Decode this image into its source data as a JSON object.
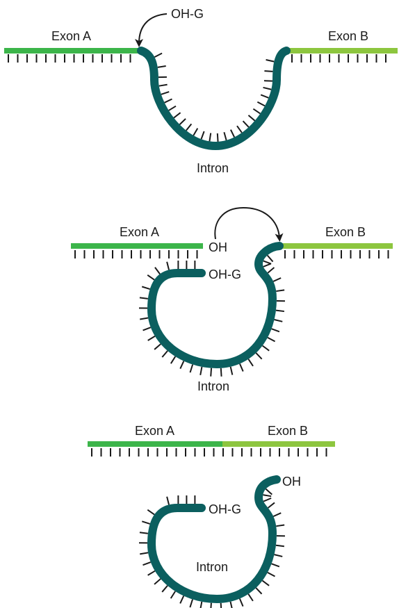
{
  "colors": {
    "exon_a": "#3cb54a",
    "exon_b": "#8dc63f",
    "intron": "#0b5f5f",
    "tick": "#1a1a1a",
    "arrow": "#1a1a1a",
    "text": "#1a1a1a",
    "background": "#ffffff"
  },
  "panel1": {
    "exon_a_label": "Exon A",
    "exon_b_label": "Exon B",
    "intron_label": "Intron",
    "oh_g_label": "OH-G"
  },
  "panel2": {
    "exon_a_label": "Exon A",
    "exon_b_label": "Exon B",
    "intron_label": "Intron",
    "oh_label": "OH",
    "oh_g_label": "OH-G"
  },
  "panel3": {
    "exon_a_label": "Exon A",
    "exon_b_label": "Exon B",
    "intron_label": "Intron",
    "oh_label": "OH",
    "oh_g_label": "OH-G"
  }
}
